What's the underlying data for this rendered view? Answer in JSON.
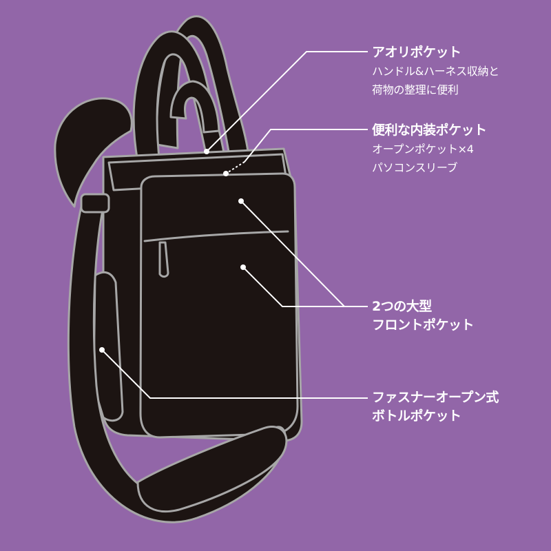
{
  "colors": {
    "background": "#9266a8",
    "bag_fill": "#1c1412",
    "outline": "#a7a7a7",
    "callout_text": "#ffffff",
    "leader_line": "#ffffff"
  },
  "callouts": [
    {
      "title": "アオリポケット",
      "lines": [
        "ハンドル&ハーネス収納と",
        "荷物の整理に便利"
      ]
    },
    {
      "title": "便利な内装ポケット",
      "lines": [
        "オープンポケット×4",
        "パソコンスリーブ"
      ]
    },
    {
      "title_lines": [
        "2つの大型",
        "フロントポケット"
      ]
    },
    {
      "title_lines": [
        "ファスナーオープン式",
        "ボトルポケット"
      ]
    }
  ]
}
